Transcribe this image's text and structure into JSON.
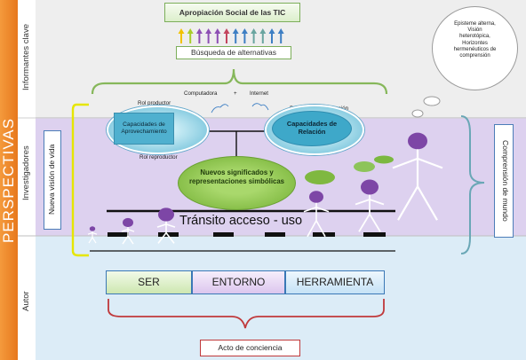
{
  "perspectives_label": "PERSPECTIVAS",
  "side_sections": {
    "top": "Informantes clave",
    "middle": "Investigadores",
    "bottom": "Autor"
  },
  "top_title": "Apropiación Social de las TIC",
  "search_label": "Búsqueda de alternativas",
  "arrow_colors": [
    "#f2c200",
    "#a8ce2a",
    "#8d4fb4",
    "#8d4fb4",
    "#8d4fb4",
    "#c3455e",
    "#3e7fc4",
    "#3e7fc4",
    "#6aa5a0",
    "#6aa5a0",
    "#3e7fc4",
    "#3e7fc4"
  ],
  "thought_bubble": [
    "Episteme alterna,",
    "Visión",
    "heterotópica,",
    "Horizontes",
    "hermenéuticos de",
    "comprensión"
  ],
  "middle": {
    "rol_productor": "Rol productor",
    "rol_reproductor": "Rol reproductor",
    "computadora": "Computadora",
    "plus": "+",
    "internet": "Internet",
    "procesos": "Procesos de interacción",
    "capacidades_aprovechamiento": "Capacidades de Aprovechamiento",
    "capacidades_relacion": "Capacidades de Relación",
    "nuevos_significados": "Nuevos significados y representaciones simbólicas",
    "transito": "Tránsito acceso - uso",
    "nueva_vision": "Nueva visión de vida",
    "comprension": "Comprensión de mundo"
  },
  "segments": [
    "SER",
    "ENTORNO",
    "HERRAMIENTA"
  ],
  "acto": "Acto de conciencia",
  "colors": {
    "orange": "#f08a2a",
    "purple": "#7d46a6",
    "green": "#7fb840",
    "teal": "#3ea8c9",
    "yellow": "#e6e600",
    "bracket_green": "#86b75a",
    "bracket_teal": "#6aa7b6",
    "bracket_red": "#c0393b"
  },
  "icons": [
    "stick-figure-icon",
    "thought-bubble-icon",
    "arrow-up-icon"
  ]
}
